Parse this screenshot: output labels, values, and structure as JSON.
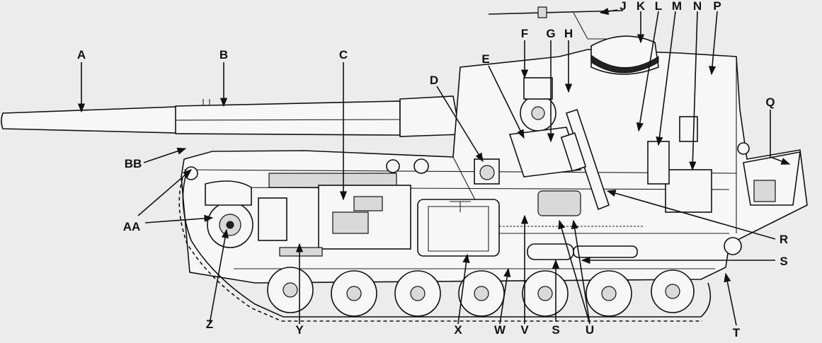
{
  "diagram": {
    "labels": [
      "A",
      "B",
      "C",
      "D",
      "E",
      "F",
      "G",
      "H",
      "J",
      "K",
      "L",
      "M",
      "N",
      "P",
      "Q",
      "R",
      "S",
      "S",
      "T",
      "U",
      "V",
      "W",
      "X",
      "Y",
      "Z",
      "AA",
      "BB"
    ]
  }
}
